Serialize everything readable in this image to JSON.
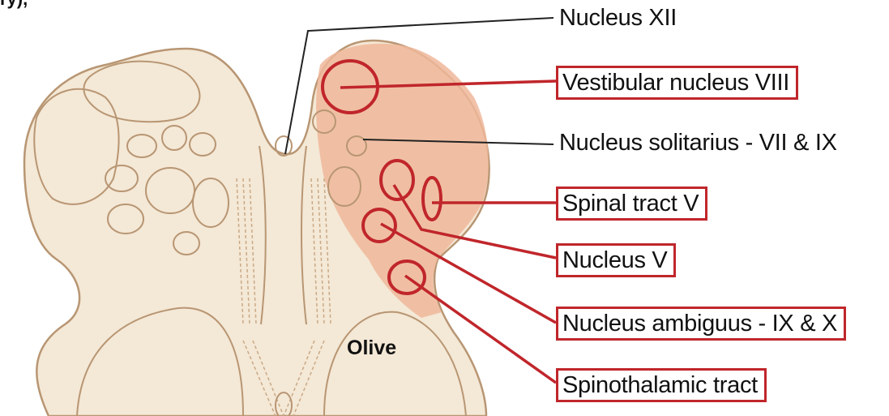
{
  "colors": {
    "tissue": "#f4e8d6",
    "outline": "#b89673",
    "highlight": "#eeb79a",
    "marker": "#c0262b",
    "leader_black": "#222222"
  },
  "corner_text": "ry),",
  "olive_label": "Olive",
  "labels": [
    {
      "id": "nucleus-xii",
      "text": "Nucleus XII",
      "boxed": false
    },
    {
      "id": "vestibular-nucleus",
      "text": "Vestibular nucleus VIII",
      "boxed": true
    },
    {
      "id": "nucleus-solitarius",
      "text": "Nucleus solitarius - VII & IX",
      "boxed": false
    },
    {
      "id": "spinal-tract-v",
      "text": "Spinal tract V",
      "boxed": true
    },
    {
      "id": "nucleus-v",
      "text": "Nucleus V",
      "boxed": true
    },
    {
      "id": "nucleus-ambiguus",
      "text": "Nucleus ambiguus - IX & X",
      "boxed": true
    },
    {
      "id": "spinothalamic-tract",
      "text": "Spinothalamic tract",
      "boxed": true
    }
  ]
}
